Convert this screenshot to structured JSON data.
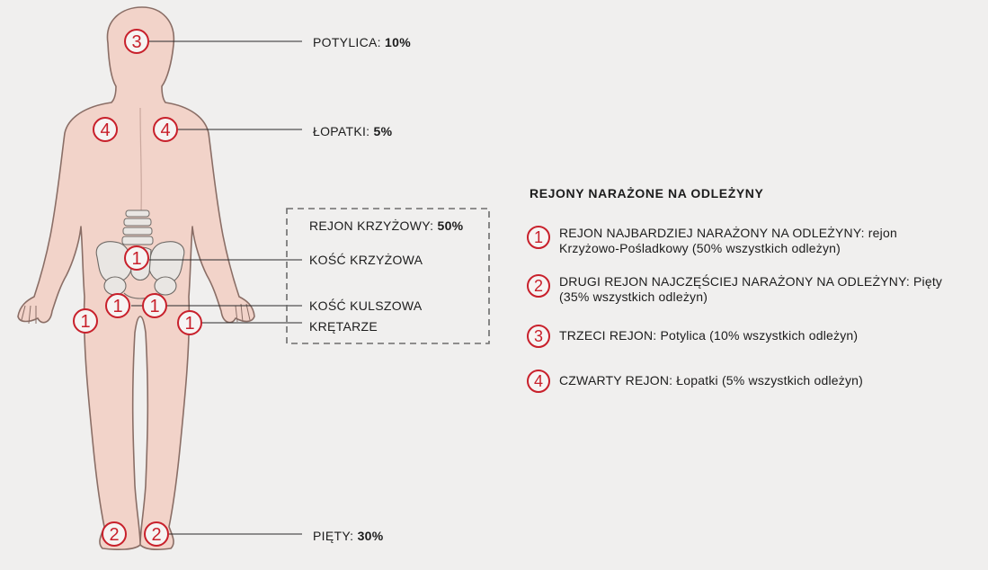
{
  "callouts": {
    "potylica": {
      "label": "POTYLICA:",
      "value": "10%"
    },
    "lopatki": {
      "label": "ŁOPATKI:",
      "value": "5%"
    },
    "rejon_krzyzowy": {
      "label": "REJON KRZYŻOWY:",
      "value": "50%"
    },
    "kosc_krzyzowa": {
      "label": "KOŚĆ KRZYŻOWA"
    },
    "kosc_kulszowa": {
      "label": "KOŚĆ KULSZOWA"
    },
    "kretarze": {
      "label": "KRĘTARZE"
    },
    "piety": {
      "label": "PIĘTY:",
      "value": "30%"
    }
  },
  "markers": [
    "3",
    "4",
    "4",
    "1",
    "1",
    "1",
    "1",
    "1",
    "2",
    "2"
  ],
  "legend": {
    "title": "REJONY NARAŻONE NA ODLEŻYNY",
    "items": [
      {
        "number": "1",
        "text": "REJON NAJBARDZIEJ NARAŻONY NA ODLEŻYNY: rejon Krzyżowo-Pośladkowy (50% wszystkich odleżyn)"
      },
      {
        "number": "2",
        "text": "DRUGI REJON NAJCZĘŚCIEJ NARAŻONY NA ODLEŻYNY: Pięty (35% wszystkich odleżyn)"
      },
      {
        "number": "3",
        "text": "TRZECI REJON: Potylica (10% wszystkich odleżyn)"
      },
      {
        "number": "4",
        "text": "CZWARTY REJON: Łopatki (5% wszystkich odleżyn)"
      }
    ]
  },
  "colors": {
    "background": "#f0efee",
    "skin": "#f2d3c9",
    "outline": "#8a6e66",
    "accent_red": "#c8202b",
    "bone": "#e9e6e3"
  }
}
